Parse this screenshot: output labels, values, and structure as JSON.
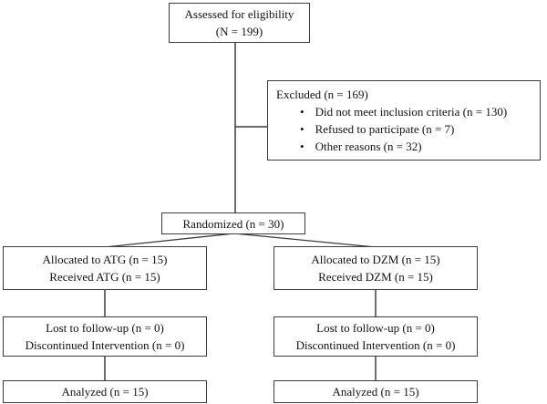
{
  "colors": {
    "bg": "#ffffff",
    "border": "#3c3c3c",
    "line": "#3c3c3c",
    "text": "#121212"
  },
  "diagram": {
    "assessed": {
      "line1": "Assessed for eligibility",
      "line2": "(N = 199)"
    },
    "excluded": {
      "title": "Excluded (n = 169)",
      "bullet_char": "•",
      "bullets": [
        "Did not meet inclusion criteria (n = 130)",
        "Refused to participate (n = 7)",
        "Other reasons (n = 32)"
      ]
    },
    "randomized": {
      "line1": "Randomized (n = 30)"
    },
    "left_arm": {
      "allocated_line1": "Allocated to ATG (n = 15)",
      "allocated_line2": "Received ATG (n = 15)",
      "followup_line1": "Lost to follow-up (n = 0)",
      "followup_line2": "Discontinued Intervention (n = 0)",
      "analyzed_line1": "Analyzed (n = 15)"
    },
    "right_arm": {
      "allocated_line1": "Allocated to DZM (n = 15)",
      "allocated_line2": "Received DZM (n = 15)",
      "followup_line1": "Lost to follow-up (n = 0)",
      "followup_line2": "Discontinued Intervention (n = 0)",
      "analyzed_line1": "Analyzed (n = 15)"
    }
  }
}
